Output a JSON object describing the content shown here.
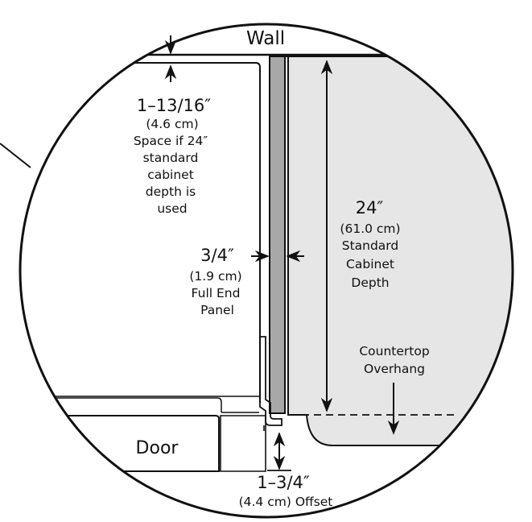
{
  "labels": {
    "wall": "Wall",
    "gap_top": "1–13/16″",
    "gap_metric": "(4.6 cm)",
    "gap_note_1": "Space if 24″",
    "gap_note_2": "standard",
    "gap_note_3": "cabinet",
    "gap_note_4": "depth is",
    "gap_note_5": "used",
    "panel_top": "3/4″",
    "panel_metric": "(1.9 cm)",
    "panel_note_1": "Full End",
    "panel_note_2": "Panel",
    "depth_top": "24″",
    "depth_metric": "(61.0 cm)",
    "depth_note_1": "Standard",
    "depth_note_2": "Cabinet",
    "depth_note_3": "Depth",
    "overhang_1": "Countertop",
    "overhang_2": "Overhang",
    "door": "Door",
    "offset_top": "1–3/4″",
    "offset_bottom": "(4.4 cm) Offset"
  },
  "colors": {
    "cabinet_fill": "#e6e6e6",
    "panel_fill": "#a8a8a8",
    "outline": "#111111"
  }
}
